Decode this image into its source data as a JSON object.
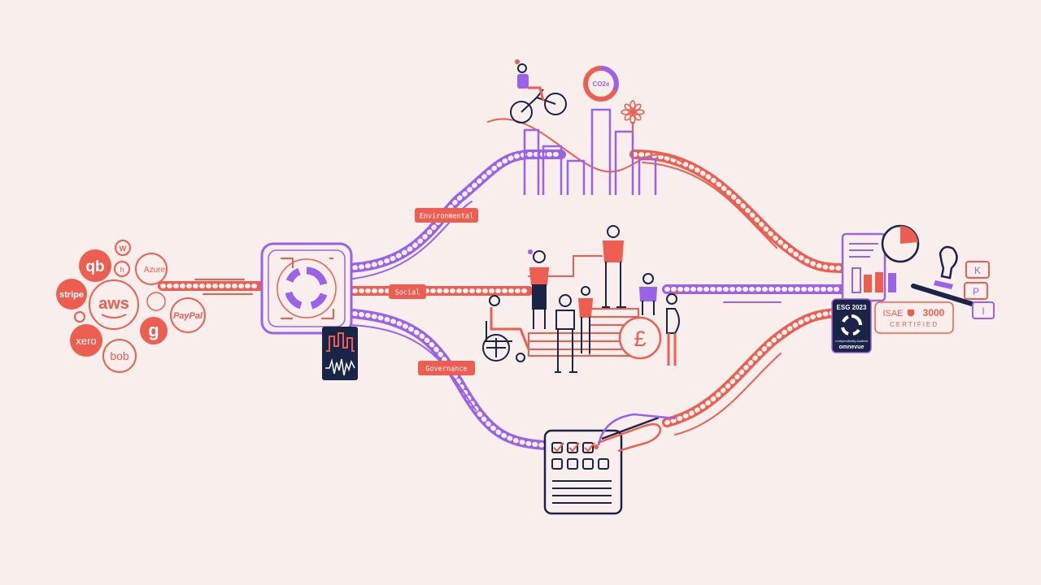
{
  "colors": {
    "background": "#f8eeeb",
    "coral": "#ee5e50",
    "purple": "#9a62e8",
    "navy": "#1a2447",
    "white": "#ffffff"
  },
  "integrations": {
    "quickbooks": "qb",
    "stripe": "stripe",
    "aws": "aws",
    "xero": "xero",
    "bob": "bob",
    "azure": "Azure",
    "paypal": "PayPal",
    "google": "g",
    "wellbeing": "W",
    "small_badge": "h"
  },
  "pillars": {
    "environmental": "Environmental",
    "social": "Social",
    "governance": "Governance"
  },
  "co2e_label": "CO2e",
  "currency_symbol": "£",
  "esg_badge": {
    "title": "ESG 2023",
    "subtitle": "Independently Audited",
    "brand": "omnevue"
  },
  "isae_badge": {
    "line1_prefix": "ISAE",
    "line1_number": "3000",
    "line2": "CERTIFIED"
  },
  "kpi_letters": [
    "K",
    "P",
    "I"
  ]
}
